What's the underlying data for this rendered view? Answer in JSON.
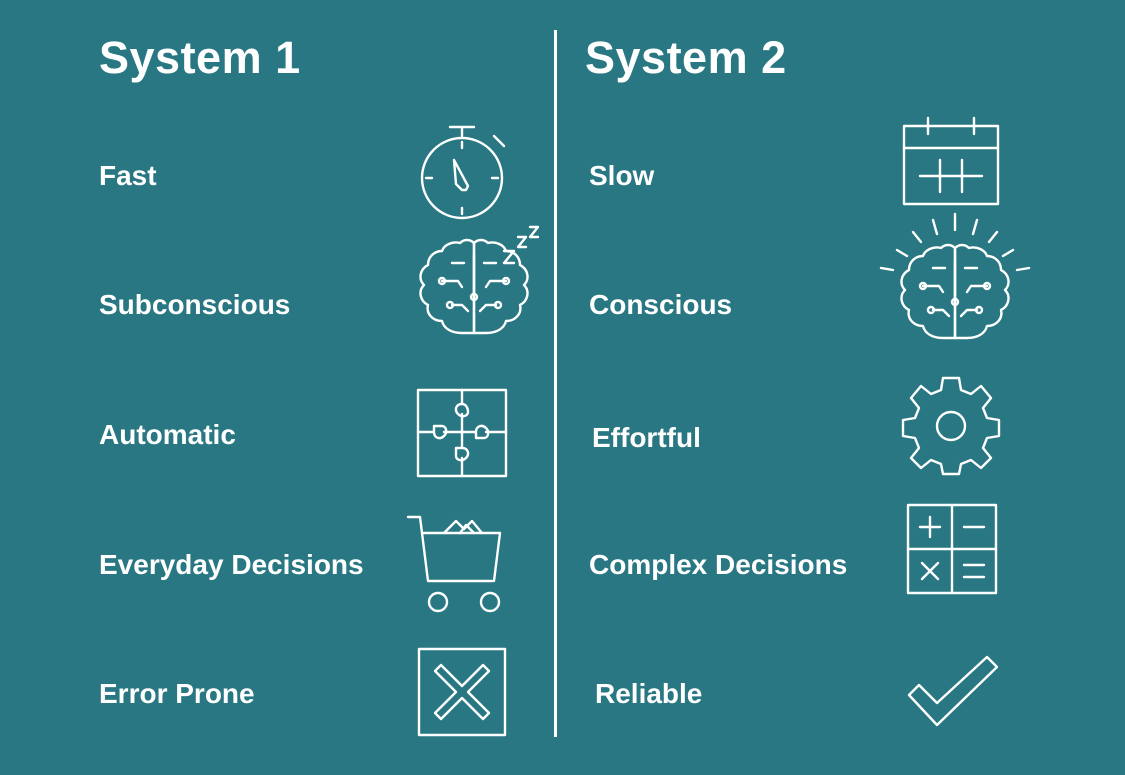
{
  "system1": {
    "title": "System 1",
    "items": [
      {
        "label": "Fast",
        "icon": "stopwatch-icon"
      },
      {
        "label": "Subconscious",
        "icon": "sleeping-brain-icon"
      },
      {
        "label": "Automatic",
        "icon": "puzzle-icon"
      },
      {
        "label": "Everyday Decisions",
        "icon": "shopping-cart-icon"
      },
      {
        "label": "Error Prone",
        "icon": "x-box-icon"
      }
    ]
  },
  "system2": {
    "title": "System 2",
    "items": [
      {
        "label": "Slow",
        "icon": "calendar-icon"
      },
      {
        "label": "Conscious",
        "icon": "active-brain-icon"
      },
      {
        "label": "Effortful",
        "icon": "gear-icon"
      },
      {
        "label": "Complex Decisions",
        "icon": "calculator-icon"
      },
      {
        "label": "Reliable",
        "icon": "checkmark-icon"
      }
    ]
  },
  "colors": {
    "background": "#287782",
    "foreground": "#ffffff"
  }
}
